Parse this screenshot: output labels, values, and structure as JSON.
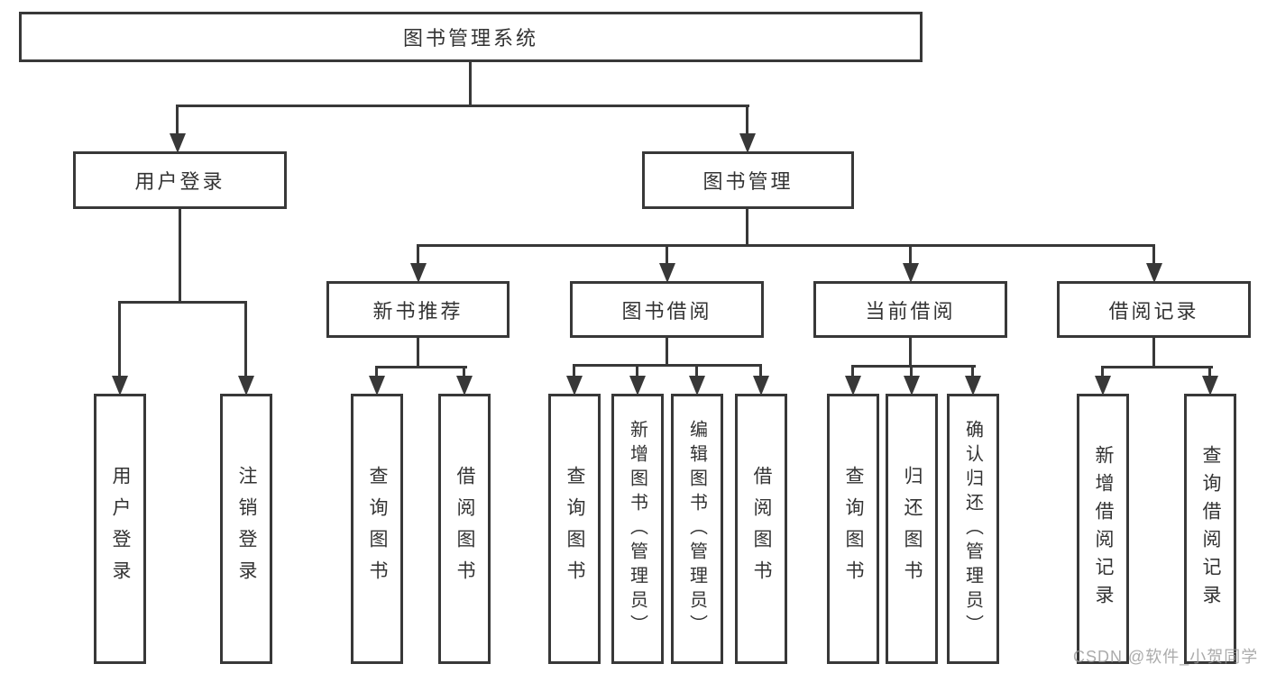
{
  "title": "图书管理系统",
  "tree": {
    "label": "图书管理系统",
    "children": [
      {
        "label": "用户登录",
        "children": [
          {
            "label": "用户登录"
          },
          {
            "label": "注销登录"
          }
        ]
      },
      {
        "label": "图书管理",
        "children": [
          {
            "label": "新书推荐",
            "children": [
              {
                "label": "查询图书"
              },
              {
                "label": "借阅图书"
              }
            ]
          },
          {
            "label": "图书借阅",
            "children": [
              {
                "label": "查询图书"
              },
              {
                "label": "新增图书（管理员）"
              },
              {
                "label": "编辑图书（管理员）"
              },
              {
                "label": "借阅图书"
              }
            ]
          },
          {
            "label": "当前借阅",
            "children": [
              {
                "label": "查询图书"
              },
              {
                "label": "归还图书"
              },
              {
                "label": "确认归还（管理员）"
              }
            ]
          },
          {
            "label": "借阅记录",
            "children": [
              {
                "label": "新增借阅记录"
              },
              {
                "label": "查询借阅记录"
              }
            ]
          }
        ]
      }
    ]
  },
  "watermark": "CSDN @软件_小贺同学",
  "colors": {
    "line": "#383838",
    "text": "#333333",
    "watermark": "#969696",
    "background": "#ffffff"
  }
}
